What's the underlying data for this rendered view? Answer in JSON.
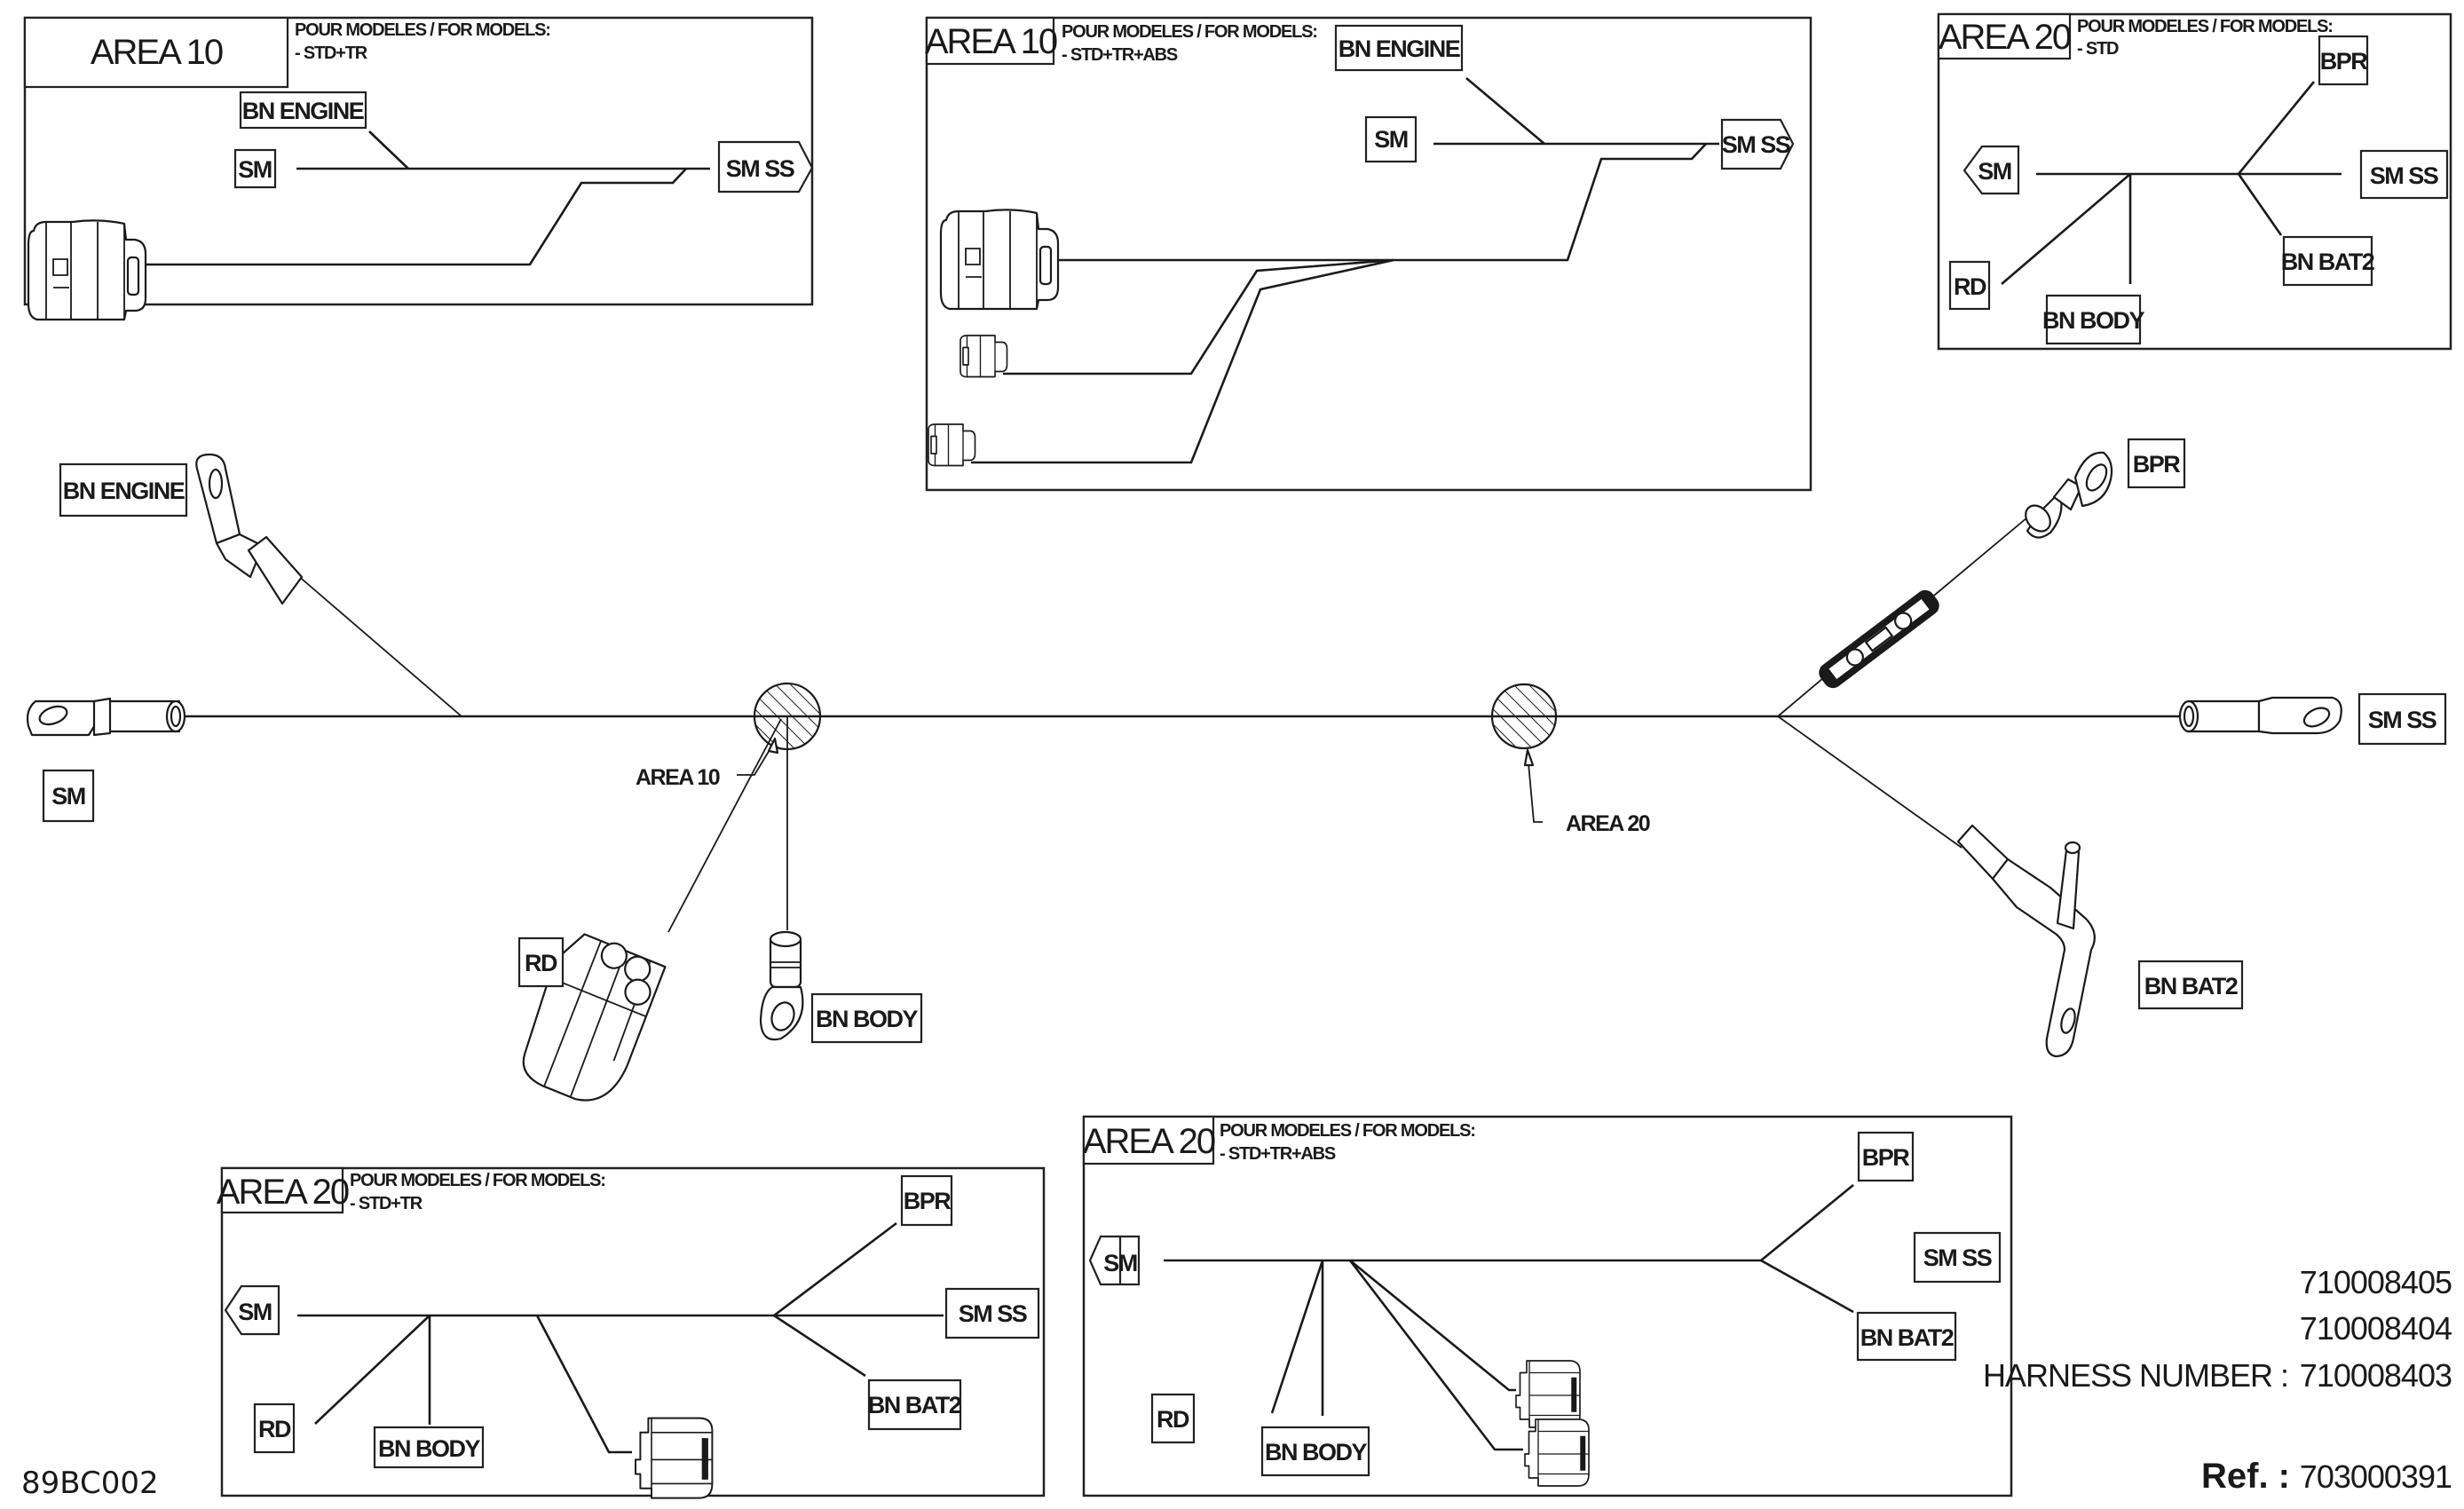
{
  "document": {
    "figure_code": "89BC002",
    "harness_numbers": [
      "710008405",
      "710008404",
      "710008403"
    ],
    "harness_number_label": "HARNESS NUMBER :",
    "ref_label": "Ref. :",
    "ref_number": "703000391"
  },
  "main_harness": {
    "callouts": {
      "area10": "AREA 10",
      "area20": "AREA 20"
    },
    "connectors": {
      "sm_left": "SM",
      "bn_engine": "BN  ENGINE",
      "rd": "RD",
      "bn_body": "BN  BODY",
      "bpr": "BPR",
      "sm_ss": "SM  SS",
      "bn_bat2": "BN  BAT2"
    }
  },
  "detail_boxes": [
    {
      "area": "AREA 10",
      "models_heading": "POUR MODELES / FOR MODELS:",
      "models": "- STD+TR",
      "labels": {
        "bn_engine": "BN  ENGINE",
        "sm": "SM",
        "sm_ss": "SM  SS"
      }
    },
    {
      "area": "AREA 10",
      "models_heading": "POUR MODELES / FOR MODELS:",
      "models": "- STD+TR+ABS",
      "labels": {
        "bn_engine": "BN  ENGINE",
        "sm": "SM",
        "sm_ss": "SM  SS"
      }
    },
    {
      "area": "AREA 20",
      "models_heading": "POUR MODELES / FOR MODELS:",
      "models": "- STD",
      "labels": {
        "sm": "SM",
        "bpr": "BPR",
        "sm_ss": "SM  SS",
        "bn_bat2": "BN  BAT2",
        "rd": "RD",
        "bn_body": "BN  BODY"
      }
    },
    {
      "area": "AREA 20",
      "models_heading": "POUR MODELES / FOR MODELS:",
      "models": "- STD+TR",
      "labels": {
        "sm": "SM",
        "bpr": "BPR",
        "sm_ss": "SM  SS",
        "bn_bat2": "BN  BAT2",
        "rd": "RD",
        "bn_body": "BN  BODY"
      }
    },
    {
      "area": "AREA 20",
      "models_heading": "POUR MODELES / FOR MODELS:",
      "models": "- STD+TR+ABS",
      "labels": {
        "sm": "SM",
        "bpr": "BPR",
        "sm_ss": "SM  SS",
        "bn_bat2": "BN  BAT2",
        "rd": "RD",
        "bn_body": "BN  BODY"
      }
    }
  ]
}
